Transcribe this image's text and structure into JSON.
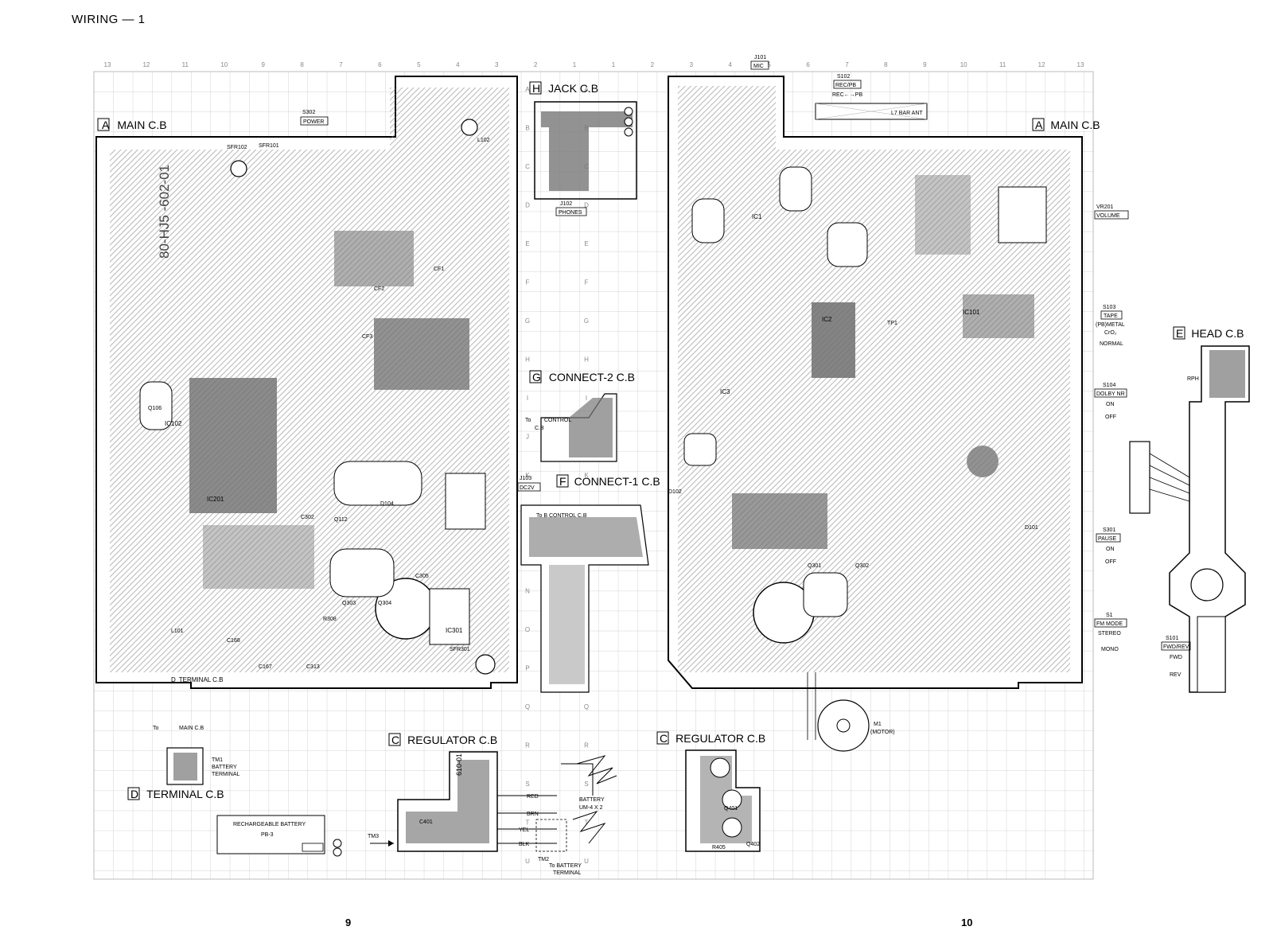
{
  "page": {
    "title": "WIRING — 1",
    "page_left": "9",
    "page_right": "10"
  },
  "grid": {
    "columns_left": [
      "13",
      "12",
      "11",
      "10",
      "9",
      "8",
      "7",
      "6",
      "5",
      "4",
      "3"
    ],
    "columns_center": [
      "2",
      "1",
      "1",
      "2"
    ],
    "columns_right": [
      "3",
      "4",
      "5",
      "6",
      "7",
      "8",
      "9",
      "10",
      "11",
      "12",
      "13"
    ],
    "rows": [
      "A",
      "B",
      "C",
      "D",
      "E",
      "F",
      "G",
      "H",
      "I",
      "J",
      "K",
      "L",
      "M",
      "N",
      "O",
      "P",
      "Q",
      "R",
      "S",
      "T",
      "U"
    ]
  },
  "boards": {
    "main_left": {
      "letter": "A",
      "name": "MAIN C.B"
    },
    "main_right": {
      "letter": "A",
      "name": "MAIN C.B"
    },
    "jack": {
      "letter": "H",
      "name": "JACK C.B"
    },
    "connect2": {
      "letter": "G",
      "name": "CONNECT-2 C.B"
    },
    "connect1": {
      "letter": "F",
      "name": "CONNECT-1 C.B"
    },
    "head": {
      "letter": "E",
      "name": "HEAD C.B"
    },
    "regulator_left": {
      "letter": "C",
      "name": "REGULATOR C.B"
    },
    "regulator_right": {
      "letter": "C",
      "name": "REGULATOR C.B"
    },
    "terminal": {
      "letter": "D",
      "name": "TERMINAL C.B"
    }
  },
  "labels": {
    "s302": "S302",
    "power": "POWER",
    "j102": "J102",
    "phones": "PHONES",
    "j101": "J101",
    "mic": "MIC",
    "s102": "S102",
    "recpb": "REC/PB",
    "recpb_arrow": "REC←→PB",
    "bar_ant": "L7 BAR ANT",
    "vr201": "VR201",
    "volume": "VOLUME",
    "s103": "S103",
    "tape": "TAPE",
    "tape_opt1": "(PB)METAL",
    "tape_opt2": "CrO₂",
    "tape_opt3": "NORMAL",
    "s104": "S104",
    "dolby": "DOLBY NR",
    "on": "ON",
    "off": "OFF",
    "s301": "S301",
    "pause": "PAUSE",
    "s1": "S1",
    "fm_mode": "FM MODE",
    "stereo": "STEREO",
    "mono": "MONO",
    "s101": "S101",
    "fwd_rev": "FWD/REV",
    "fwd": "FWD",
    "rev": "REV",
    "rph": "RPH",
    "j103": "J103",
    "dc2v": "DC2V",
    "to_control": "To",
    "control": "CONTROL",
    "cb": "C.B",
    "to_b_control": "To B CONTROL C.B",
    "to_main": "To",
    "main_cb": "MAIN C.B",
    "tm1": "TM1",
    "battery_terminal1": "BATTERY",
    "battery_terminal2": "TERMINAL",
    "rechargeable": "RECHARGEABLE BATTERY",
    "pb3": "PB-3",
    "tm3": "TM3",
    "tm2": "TM2",
    "to_battery1": "To BATTERY",
    "to_battery2": "TERMINAL",
    "battery": "BATTERY",
    "um4": "UM-4 X 2",
    "red": "RED",
    "brn": "BRN",
    "yel": "YEL",
    "blk": "BLK",
    "motor": "M1",
    "motor2": "(MOTOR)",
    "ic201": "IC201",
    "ic102": "IC102",
    "ic2": "IC2",
    "ic3": "IC3",
    "ic101": "IC101",
    "ic1": "IC1",
    "ic301": "IC301",
    "board_code": "80-HJ5 -602-01",
    "reg_code": "610-01",
    "c401": "C401",
    "q401": "Q401",
    "q402": "Q402",
    "r405": "R405",
    "q106": "Q106",
    "q303": "Q303",
    "q304": "Q304",
    "q112": "Q112",
    "q301": "Q301",
    "q302": "Q302",
    "d101": "D101",
    "d102": "D102",
    "d104": "D104",
    "c168": "C168",
    "c167": "C167",
    "c313": "C313",
    "c305": "C305",
    "cf1": "CF1",
    "cf2": "CF2",
    "cf3": "CF3",
    "sfr101": "SFR101",
    "sfr102": "SFR102",
    "sfr301": "SFR301",
    "l101": "L101",
    "l102": "L102",
    "tp1": "TP1",
    "r308": "R308",
    "c302": "C302"
  }
}
